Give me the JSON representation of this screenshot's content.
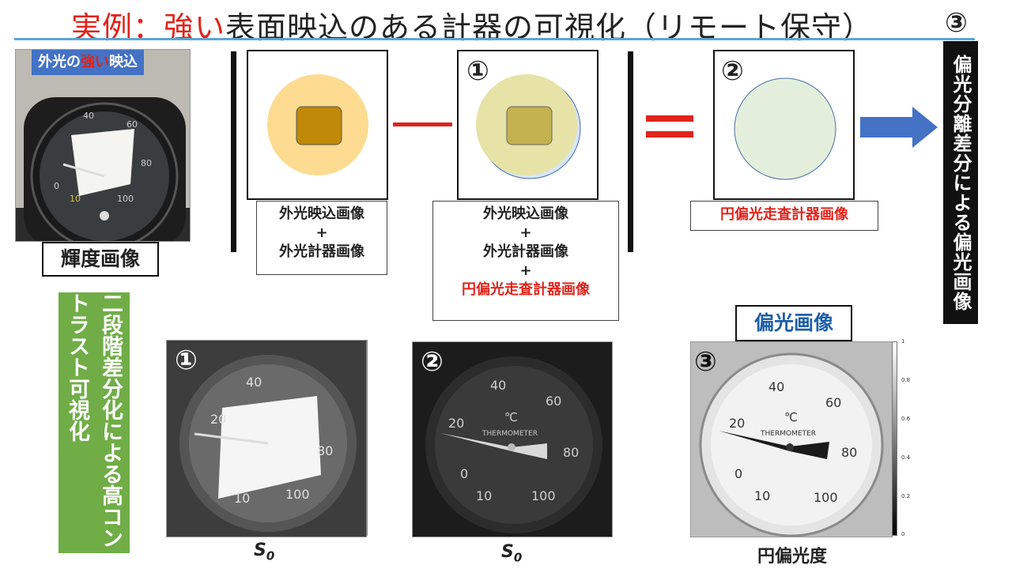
{
  "title": {
    "prefix": "実例：",
    "emph": "強い",
    "rest": "表面映込のある計器の可視化（リモート保守）",
    "number": "③"
  },
  "luminance": {
    "badge_prefix": "外光の",
    "badge_emph": "強い",
    "badge_suffix": "映込",
    "label": "輝度画像"
  },
  "equation": {
    "panel1_caption": [
      "外光映込画像",
      "+",
      "外光計器画像"
    ],
    "panel2_number": "①",
    "panel2_caption_black": [
      "外光映込画像",
      "+",
      "外光計器画像",
      "+"
    ],
    "panel2_caption_red": "円偏光走査計器画像",
    "panel3_number": "②",
    "panel3_caption": "円偏光走査計器画像"
  },
  "side_vertical": "偏光分離差分による偏光画像",
  "green_vertical": "二段階差分化による高コントラスト可視化",
  "bottom": {
    "img1_number": "①",
    "img1_label_base": "S",
    "img1_label_sub": "0",
    "img2_number": "②",
    "img2_label_base": "S",
    "img2_label_sub": "0",
    "img3_number": "③",
    "img3_title": "偏光画像",
    "img3_label": "円偏光度",
    "colorbar_ticks": [
      "1",
      "0.8",
      "0.6",
      "0.4",
      "0.2",
      "0"
    ]
  },
  "gauge": {
    "ticks": [
      "0",
      "20",
      "40",
      "60",
      "80",
      "100"
    ],
    "tick10": "10",
    "unit": "℃",
    "brand": "THERMOMETER"
  },
  "colors": {
    "title_red": "#e0241b",
    "accent_blue": "#5aa6d6",
    "arrow_blue": "#4472c4",
    "label_blue": "#1f5fa8",
    "green_box": "#70ad47",
    "orange_disc": "#fddb91",
    "olive_disc": "#e7e2a6",
    "mint_disc": "#e3efdc",
    "square_dark": "#c08a08",
    "square_olive": "#c4b150"
  }
}
